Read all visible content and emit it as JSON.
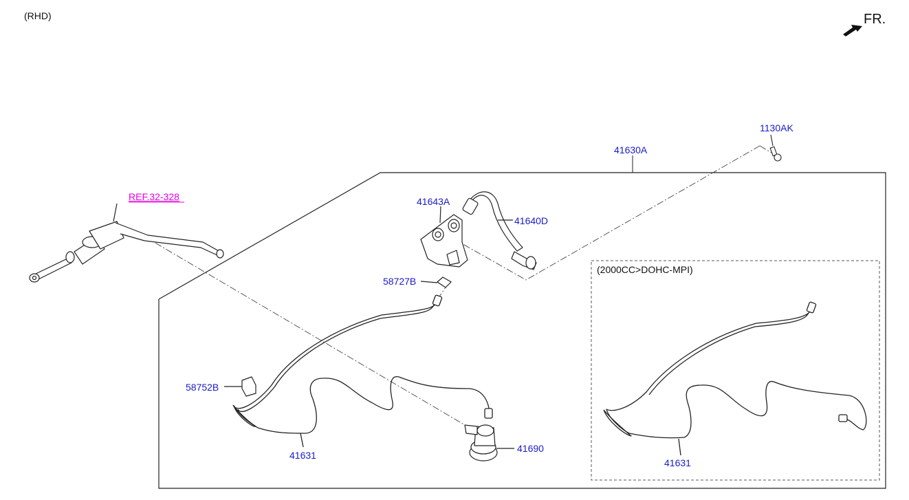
{
  "header": {
    "variant": "(RHD)",
    "direction": "FR."
  },
  "callouts": {
    "c1130AK": "1130AK",
    "c41630A": "41630A",
    "ref": "REF.32-328",
    "c41643A": "41643A",
    "c41640D": "41640D",
    "c58727B": "58727B",
    "c58752B": "58752B",
    "c41631": "41631",
    "c41690": "41690",
    "engine_box_title": "(2000CC>DOHC-MPI)",
    "c41631_alt": "41631"
  },
  "colors": {
    "callout": "#1a1acc",
    "reference": "#e000e0",
    "line": "#222222"
  },
  "icons": {
    "direction": "front-arrow-icon"
  }
}
